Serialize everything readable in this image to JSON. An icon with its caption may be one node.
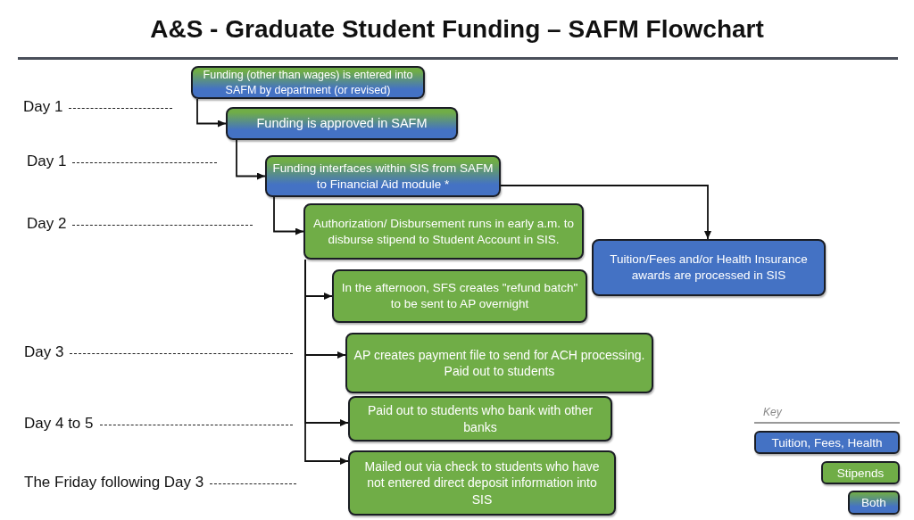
{
  "diagram": {
    "title": "A&S - Graduate Student Funding – SAFM Flowchart",
    "nodes": [
      {
        "text": [
          "Funding (other than wages) is entered into SAFM by department (or revised)"
        ]
      },
      {
        "text": [
          "Funding is approved in SAFM"
        ]
      },
      {
        "text": [
          "Funding interfaces within SIS from SAFM to Financial Aid module *"
        ]
      },
      {
        "text": [
          "Authorization/ Disbursement runs in early a.m. to disburse stipend to Student Account in SIS."
        ]
      },
      {
        "text": [
          "In the afternoon, SFS creates \"refund batch\" to be sent to AP overnight"
        ]
      },
      {
        "text": [
          "Tuition/Fees and/or Health Insurance awards are processed in SIS"
        ]
      },
      {
        "text": [
          "AP creates payment file to send for ACH processing. Paid out to students"
        ]
      },
      {
        "text": [
          "Paid out to students who bank with other banks"
        ]
      },
      {
        "text": [
          "Mailed out via check to students who have not entered direct deposit information into SIS"
        ]
      }
    ],
    "edges": [
      {
        "from": 0,
        "to": 1,
        "arrow": "to"
      },
      {
        "from": 1,
        "to": 2,
        "arrow": "to"
      },
      {
        "from": 2,
        "to": 3,
        "arrow": "to"
      },
      {
        "from": 2,
        "to": 5,
        "arrow": "to"
      },
      {
        "from": 3,
        "to": 4,
        "arrow": "to"
      },
      {
        "from": 3,
        "to": 6,
        "arrow": "to"
      },
      {
        "from": 3,
        "to": 7,
        "arrow": "to"
      },
      {
        "from": 3,
        "to": 8,
        "arrow": "to"
      }
    ],
    "labels": [
      "Day 1",
      "Day 1",
      "Day 2",
      "Day 3",
      "Day 4 to 5",
      "The Friday following Day 3",
      "Key"
    ],
    "legend": [
      {
        "text": "Tuition, Fees, Health",
        "color": "#4472c4"
      },
      {
        "text": "Stipends",
        "color": "#70ad47"
      },
      {
        "text": "Both"
      }
    ]
  }
}
